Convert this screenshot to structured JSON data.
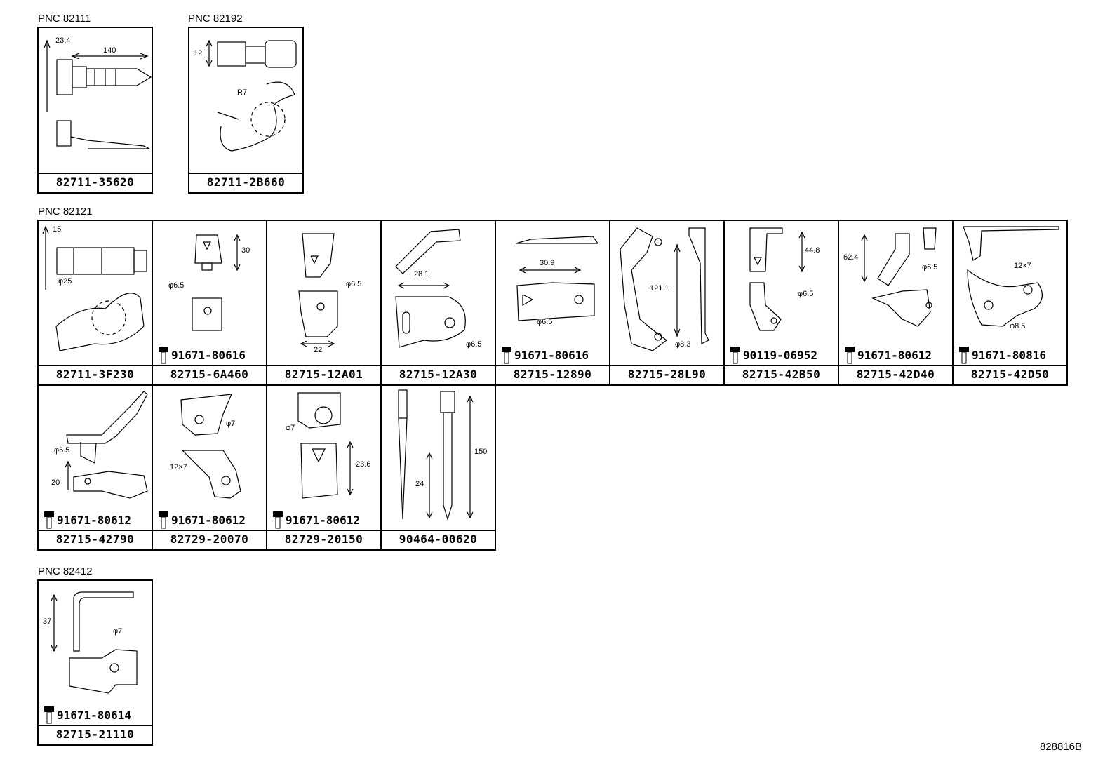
{
  "groups": [
    {
      "pnc": "PNC 82111"
    },
    {
      "pnc": "PNC 82192"
    },
    {
      "pnc": "PNC 82121"
    },
    {
      "pnc": "PNC 82412"
    }
  ],
  "parts": [
    {
      "part": "82711-35620",
      "dims": [
        "23.4",
        "140"
      ]
    },
    {
      "part": "82711-2B660",
      "dims": [
        "12",
        "R7"
      ]
    },
    {
      "part": "82711-3F230",
      "dims": [
        "15",
        "φ25"
      ]
    },
    {
      "part": "82715-6A460",
      "bolt": "91671-80616",
      "dims": [
        "30",
        "φ6.5"
      ]
    },
    {
      "part": "82715-12A01",
      "dims": [
        "φ6.5",
        "22"
      ]
    },
    {
      "part": "82715-12A30",
      "dims": [
        "28.1",
        "φ6.5"
      ]
    },
    {
      "part": "82715-12890",
      "bolt": "91671-80616",
      "dims": [
        "30.9",
        "φ6.5"
      ]
    },
    {
      "part": "82715-28L90",
      "dims": [
        "121.1",
        "φ8.3"
      ]
    },
    {
      "part": "82715-42B50",
      "bolt": "90119-06952",
      "dims": [
        "44.8",
        "φ6.5"
      ]
    },
    {
      "part": "82715-42D40",
      "bolt": "91671-80612",
      "dims": [
        "62.4",
        "φ6.5"
      ]
    },
    {
      "part": "82715-42D50",
      "bolt": "91671-80816",
      "dims": [
        "12×7",
        "φ8.5"
      ]
    },
    {
      "part": "82715-42790",
      "bolt": "91671-80612",
      "dims": [
        "φ6.5",
        "20"
      ]
    },
    {
      "part": "82729-20070",
      "bolt": "91671-80612",
      "dims": [
        "φ7",
        "12×7"
      ]
    },
    {
      "part": "82729-20150",
      "bolt": "91671-80612",
      "dims": [
        "φ7",
        "23.6"
      ]
    },
    {
      "part": "90464-00620",
      "dims": [
        "150",
        "24"
      ]
    },
    {
      "part": "82715-21110",
      "bolt": "91671-80614",
      "dims": [
        "37",
        "φ7"
      ]
    }
  ],
  "figure_ref": "828816B"
}
